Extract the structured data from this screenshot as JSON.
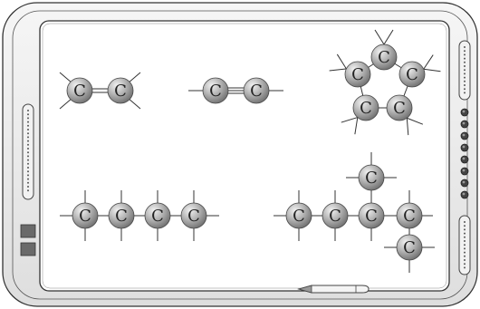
{
  "board": {
    "frame_color": "#e9e9e9",
    "frame_stroke": "#333333",
    "screen_color": "#ffffff"
  },
  "atom": {
    "symbol": "C",
    "fill_dark": "#8a8a8a",
    "fill_light": "#e6e6e6"
  },
  "molecules": [
    {
      "name": "ethene-double-bond",
      "atoms": 2,
      "bond": "double"
    },
    {
      "name": "ethyne-triple-bond",
      "atoms": 2,
      "bond": "triple"
    },
    {
      "name": "cyclopentane-ring",
      "atoms": 5,
      "bond": "single"
    },
    {
      "name": "straight-chain-butane",
      "atoms": 4,
      "bond": "single"
    },
    {
      "name": "branched-chain",
      "atoms": 6,
      "bond": "single"
    }
  ],
  "controls": {
    "left_buttons": 2,
    "right_dots": 8
  }
}
